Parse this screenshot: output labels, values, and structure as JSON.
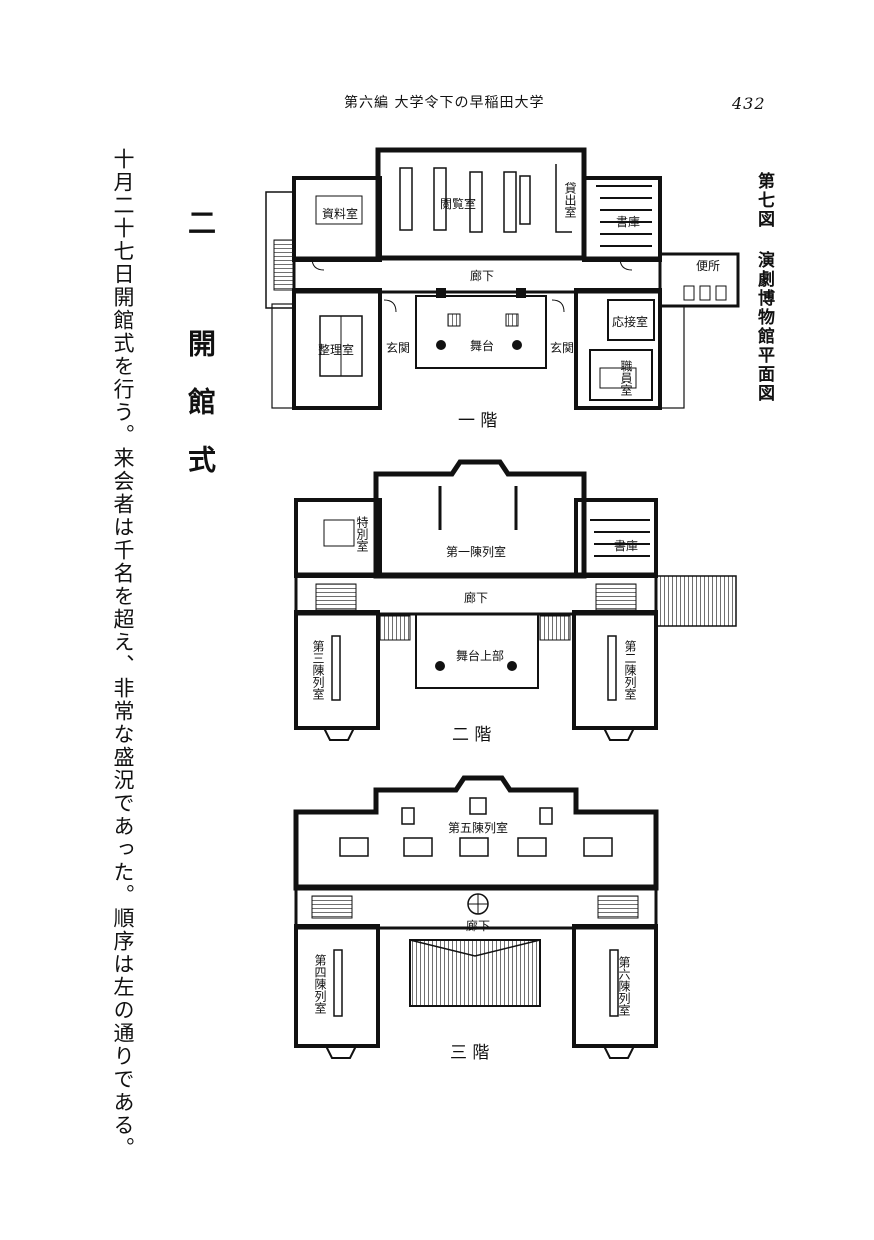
{
  "header": {
    "running_title": "第六編 大学令下の早稲田大学",
    "page_number": "432"
  },
  "body_text": "十月二十七日開館式を行う。来会者は千名を超え、非常な盛況であった。順序は左の通りである。",
  "section_heading": "二 開館式",
  "figure_caption": "第七図 演劇博物館平面図",
  "floors": {
    "first": {
      "label": "一 階",
      "rooms": {
        "shiryo": "資料室",
        "etsuran": "閲覧室",
        "kashidashi": "貸出室",
        "shoko": "書庫",
        "benjo": "便所",
        "roka": "廊下",
        "seiri": "整理室",
        "genkan_left": "玄関",
        "butai": "舞台",
        "genkan_right": "玄関",
        "osetsu": "応接室",
        "shokuin": "職員室"
      }
    },
    "second": {
      "label": "二 階",
      "rooms": {
        "tokubetsu": "特別室",
        "chinretsu1": "第一陳列室",
        "shoko": "書庫",
        "roka": "廊下",
        "chinretsu3": "第三陳列室",
        "butai_jobu": "舞台上部",
        "chinretsu2": "第二陳列室"
      }
    },
    "third": {
      "label": "三 階",
      "rooms": {
        "chinretsu5": "第五陳列室",
        "roka": "廊下",
        "chinretsu4": "第四陳列室",
        "chinretsu6": "第六陳列室"
      }
    }
  }
}
